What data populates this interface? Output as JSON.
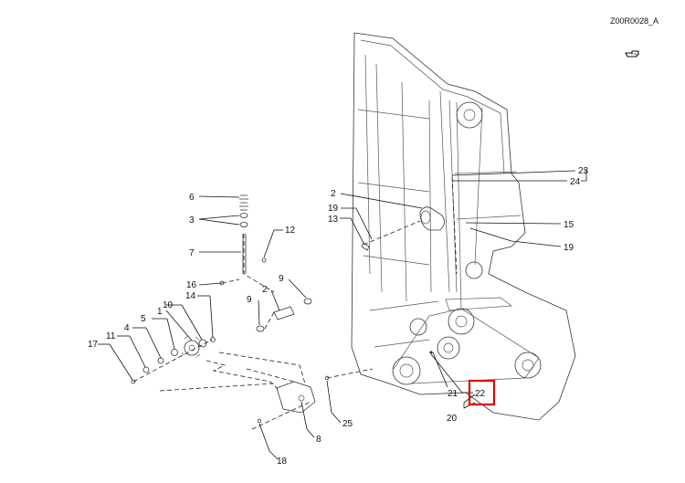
{
  "figure_code": "Z00R0028_A",
  "nav_icon": "hand-pointer-icon",
  "highlight_color": "#e00000",
  "highlighted_ref": "22",
  "refs": {
    "r1": "1",
    "r2a": "2",
    "r2b": "2",
    "r3": "3",
    "r4": "4",
    "r5": "5",
    "r6": "6",
    "r7": "7",
    "r8": "8",
    "r9a": "9",
    "r9b": "9",
    "r10": "10",
    "r11": "11",
    "r12": "12",
    "r13": "13",
    "r14": "14",
    "r15": "15",
    "r16": "16",
    "r17": "17",
    "r18": "18",
    "r19a": "19",
    "r19b": "19",
    "r20": "20",
    "r21": "21",
    "r22": "22",
    "r23": "23",
    "r24": "24",
    "r25": "25"
  }
}
